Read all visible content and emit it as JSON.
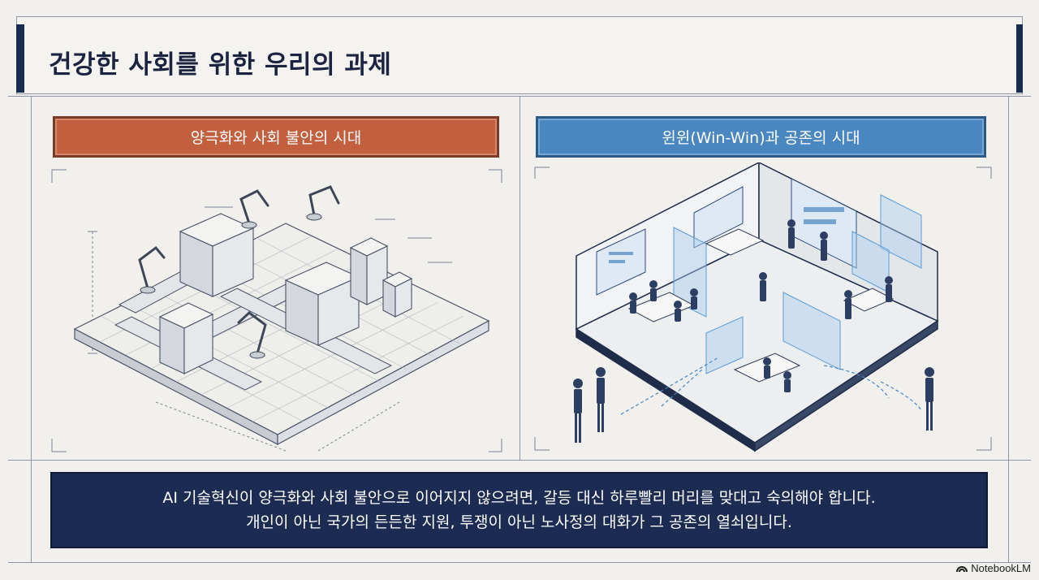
{
  "slide": {
    "title": "건강한 사회를 위한 우리의 과제"
  },
  "left_panel": {
    "heading": "양극화와 사회 불안의 시대",
    "illustration": "automated-factory-illustration",
    "accent_color": "#c15f3e"
  },
  "right_panel": {
    "heading": "윈윈(Win-Win)과 공존의 시대",
    "illustration": "collaborative-office-illustration",
    "accent_color": "#4a86bf"
  },
  "caption": {
    "line1": "AI 기술혁신이 양극화와 사회 불안으로 이어지지 않으려면, 갈등 대신 하루빨리 머리를 맞대고 숙의해야 합니다.",
    "line2": "개인이 아닌 국가의 든든한 지원, 투쟁이 아닌 노사정의 대화가 그 공존의 열쇠입니다.",
    "background_color": "#1b2b52"
  },
  "branding": {
    "label": "NotebookLM",
    "icon": "notebooklm-logo-icon"
  }
}
